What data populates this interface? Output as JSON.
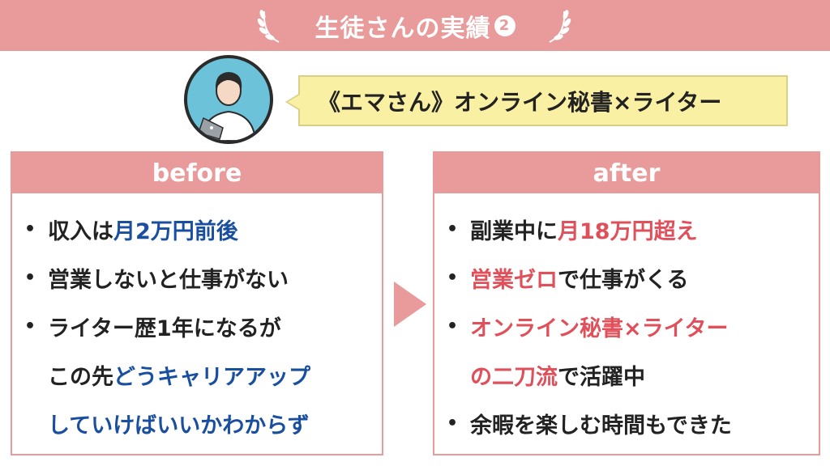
{
  "header": {
    "title": "生徒さんの実績",
    "badge": "2"
  },
  "profile": {
    "bubble_text": "《エマさん》オンライン秘書×ライター"
  },
  "before": {
    "heading": "before",
    "line1_a": "収入は",
    "line1_b": "月2万円前後",
    "line2": "営業しないと仕事がない",
    "line3": "ライター歴1年になるが",
    "line4_a": "この先",
    "line4_b": "どうキャリアアップ",
    "line5": "していけばいいかわからず"
  },
  "after": {
    "heading": "after",
    "line1_a": "副業中に",
    "line1_b": "月18万円超え",
    "line2_a": "営業ゼロ",
    "line2_b": "で仕事がくる",
    "line3": "オンライン秘書×ライター",
    "line4_a": "の二刀流",
    "line4_b": "で活躍中",
    "line5": "余暇を楽しむ時間もできた"
  },
  "bullet": "•",
  "colors": {
    "accent_pink": "#e99a9a",
    "bubble_yellow": "#faf0a3",
    "highlight_blue": "#1a4fa0",
    "highlight_red": "#e0505a",
    "avatar_bg": "#6cc3d9"
  },
  "icons": {
    "laurel": "laurel-icon",
    "avatar": "person-with-laptop-avatar",
    "arrow": "right-arrow-icon"
  }
}
